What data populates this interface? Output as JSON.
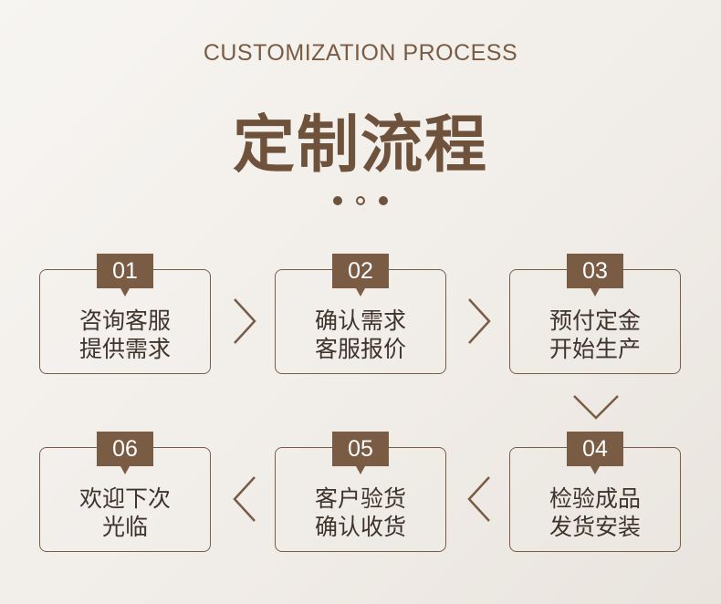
{
  "header": {
    "subtitle": "CUSTOMIZATION PROCESS",
    "title": "定制流程"
  },
  "steps": [
    {
      "number": "01",
      "line1": "咨询客服",
      "line2": "提供需求"
    },
    {
      "number": "02",
      "line1": "确认需求",
      "line2": "客服报价"
    },
    {
      "number": "03",
      "line1": "预付定金",
      "line2": "开始生产"
    },
    {
      "number": "04",
      "line1": "检验成品",
      "line2": "发货安装"
    },
    {
      "number": "05",
      "line1": "客户验货",
      "line2": "确认收货"
    },
    {
      "number": "06",
      "line1": "欢迎下次",
      "line2": "光临"
    }
  ],
  "colors": {
    "accent": "#7a5c44",
    "title": "#6f523b",
    "text": "#3f332b",
    "background": "#f3f0ec"
  },
  "icons": {
    "right": "chevron-right-icon",
    "left": "chevron-left-icon",
    "down": "chevron-down-icon"
  }
}
